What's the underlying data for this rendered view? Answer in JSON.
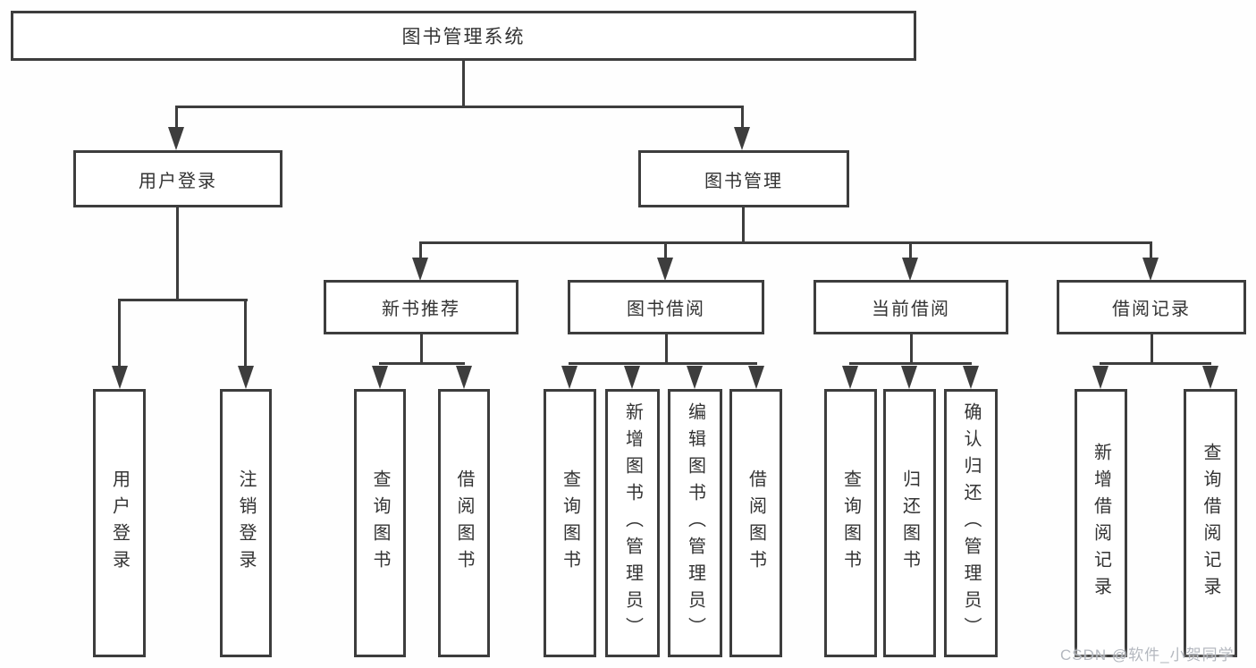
{
  "tree": {
    "root": {
      "label": "图书管理系统",
      "children": [
        {
          "label": "用户登录",
          "children": [
            {
              "label": "用户登录"
            },
            {
              "label": "注销登录"
            }
          ]
        },
        {
          "label": "图书管理",
          "children": [
            {
              "label": "新书推荐",
              "children": [
                {
                  "label": "查询图书"
                },
                {
                  "label": "借阅图书"
                }
              ]
            },
            {
              "label": "图书借阅",
              "children": [
                {
                  "label": "查询图书"
                },
                {
                  "label": "新增图书（管理员）"
                },
                {
                  "label": "编辑图书（管理员）"
                },
                {
                  "label": "借阅图书"
                }
              ]
            },
            {
              "label": "当前借阅",
              "children": [
                {
                  "label": "查询图书"
                },
                {
                  "label": "归还图书"
                },
                {
                  "label": "确认归还（管理员）"
                }
              ]
            },
            {
              "label": "借阅记录",
              "children": [
                {
                  "label": "新增借阅记录"
                },
                {
                  "label": "查询借阅记录"
                }
              ]
            }
          ]
        }
      ]
    }
  },
  "watermark": {
    "text": "CSDN @软件_小贺同学"
  },
  "colors": {
    "line": "#3d3d3d",
    "text": "#333333",
    "box_bg": "#ffffff",
    "page_bg": "#fefefe",
    "watermark": "#b4b8bf"
  }
}
